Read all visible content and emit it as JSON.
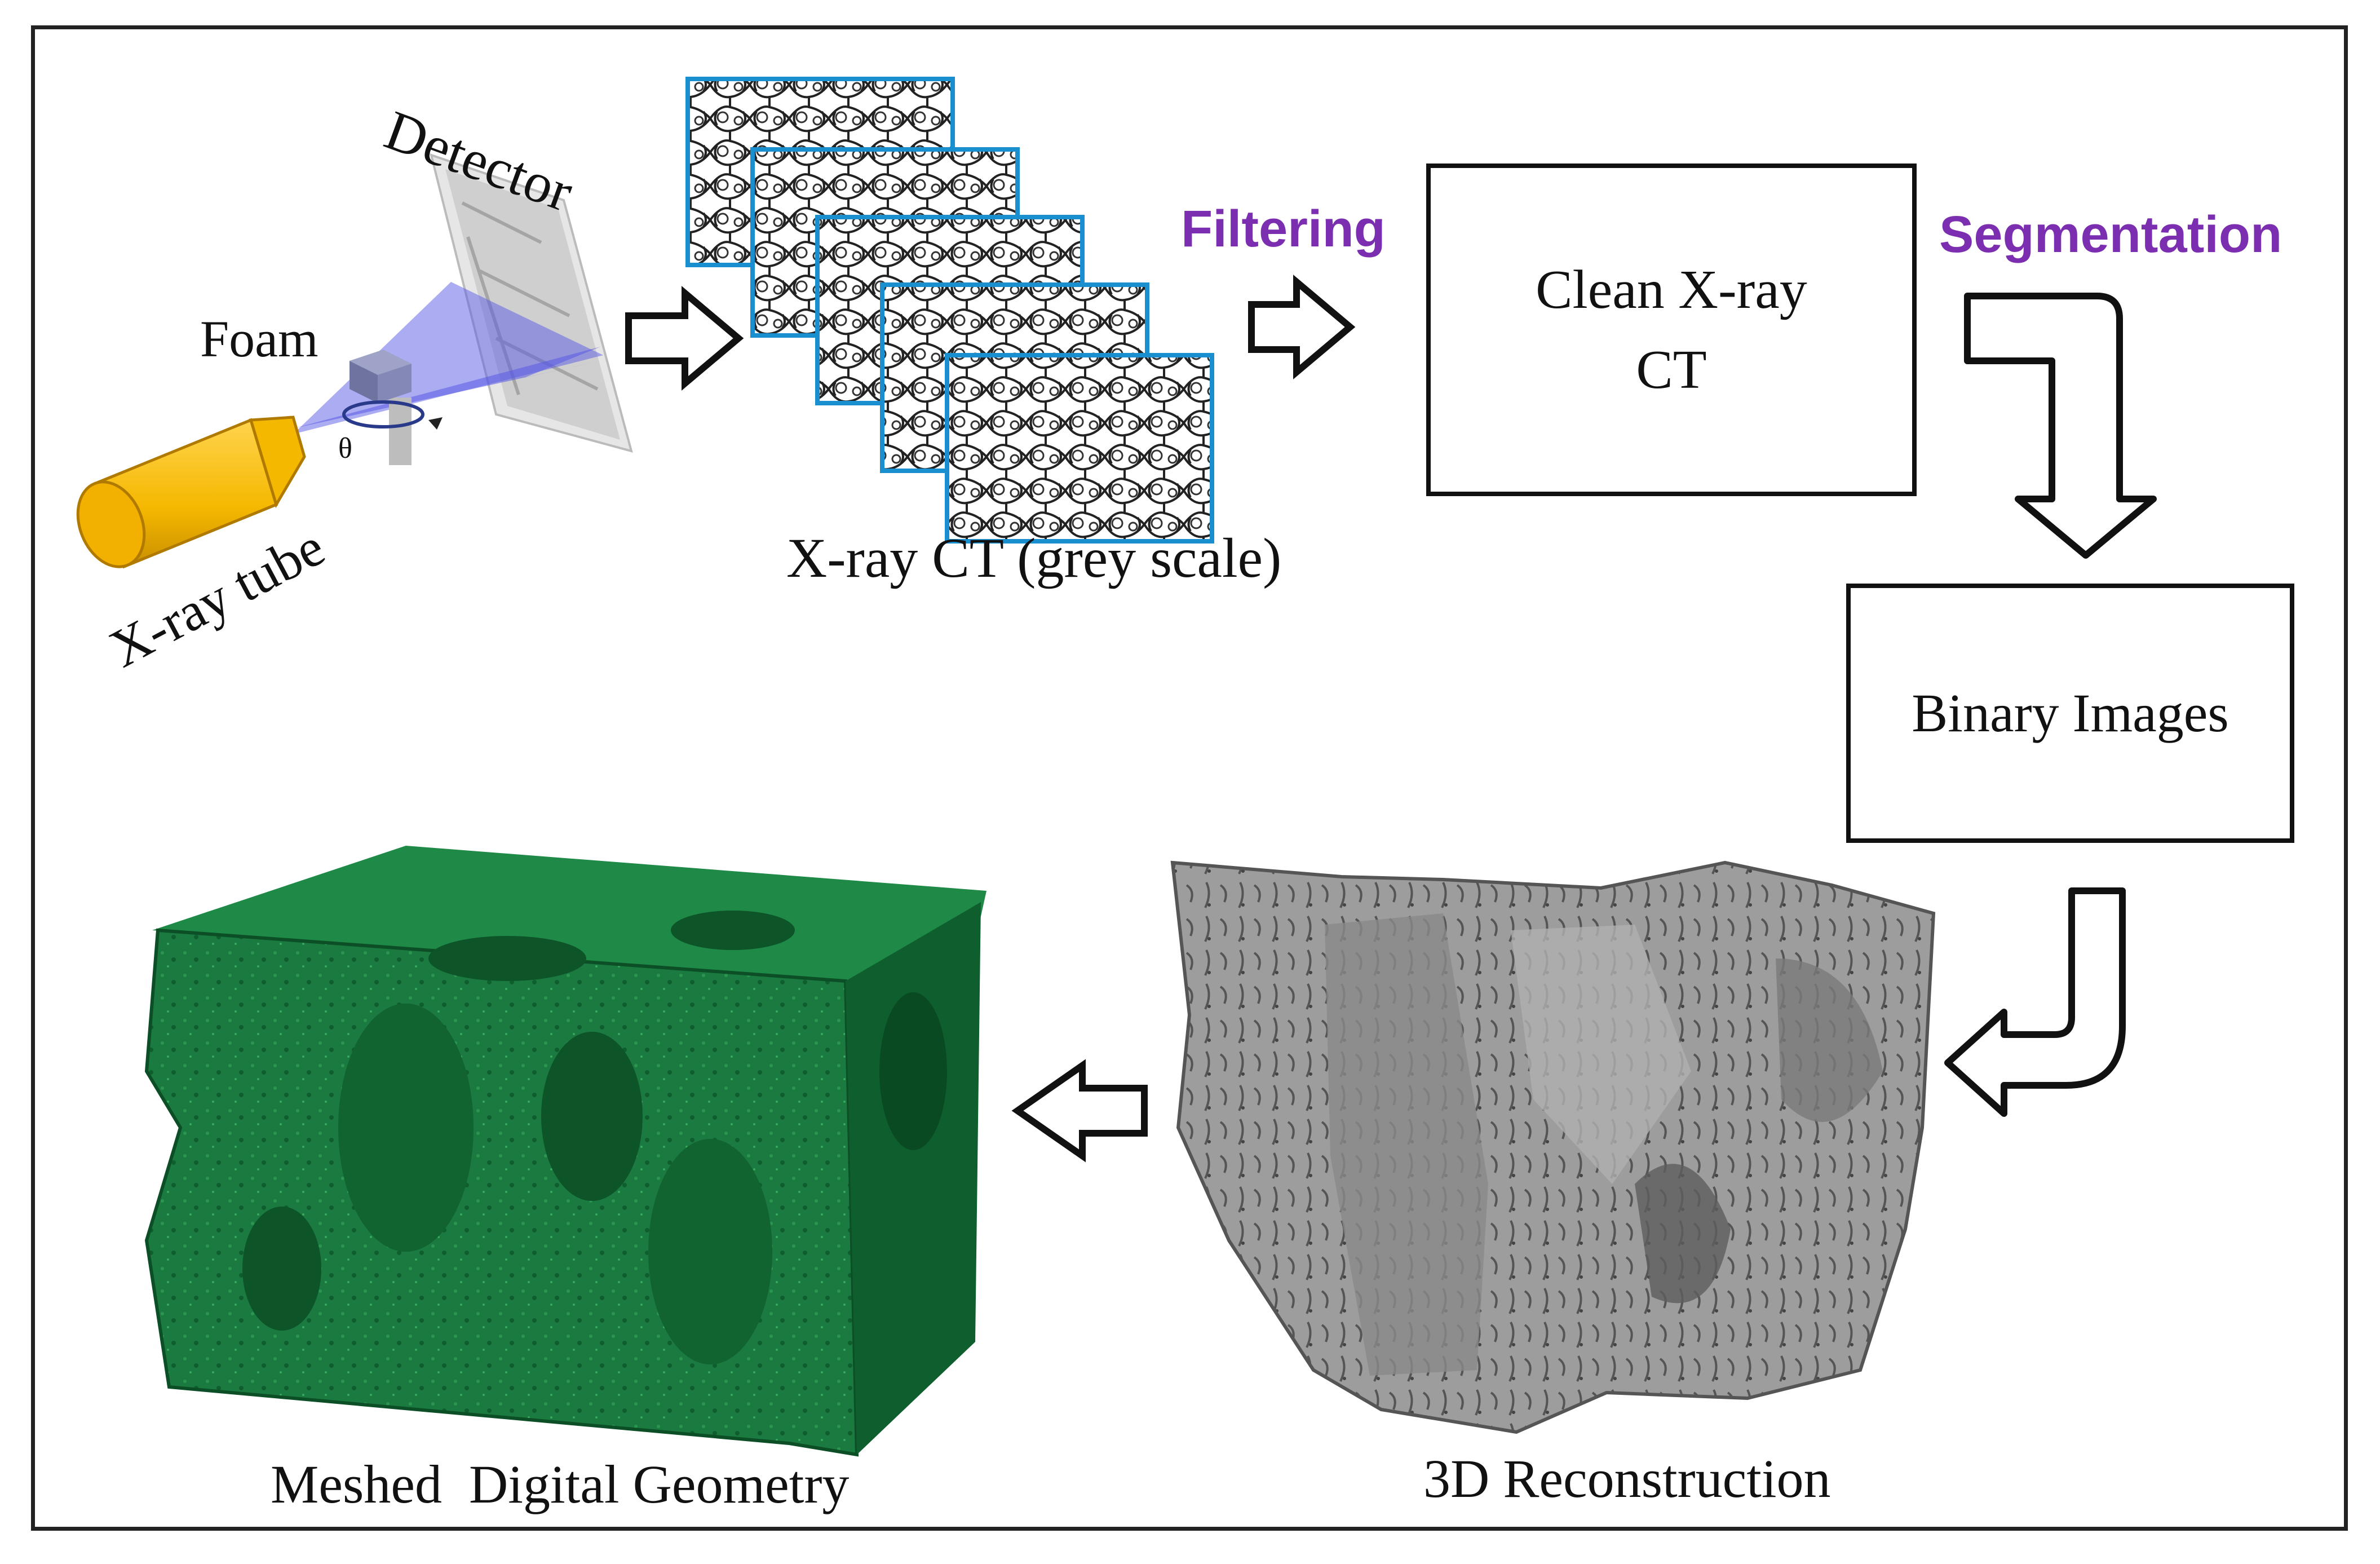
{
  "labels": {
    "detector": "Detector",
    "foam": "Foam",
    "theta": "θ",
    "xray_tube": "X-ray tube",
    "xray_ct": "X-ray CT (grey scale)",
    "meshed": "Meshed  Digital Geometry",
    "reconstruction": "3D Reconstruction"
  },
  "stages": {
    "filtering": "Filtering",
    "segmentation": "Segmentation"
  },
  "boxes": {
    "clean_line1": "Clean X-ray",
    "clean_line2": "CT",
    "binary": "Binary Images"
  },
  "colors": {
    "stage_text": "#7b2fb0",
    "slice_border": "#1a8fd0",
    "tube": "#f5b800",
    "beam": "#5a5ae6",
    "mesh_green": "#15703a",
    "recon_grey": "#9a9a9a"
  }
}
